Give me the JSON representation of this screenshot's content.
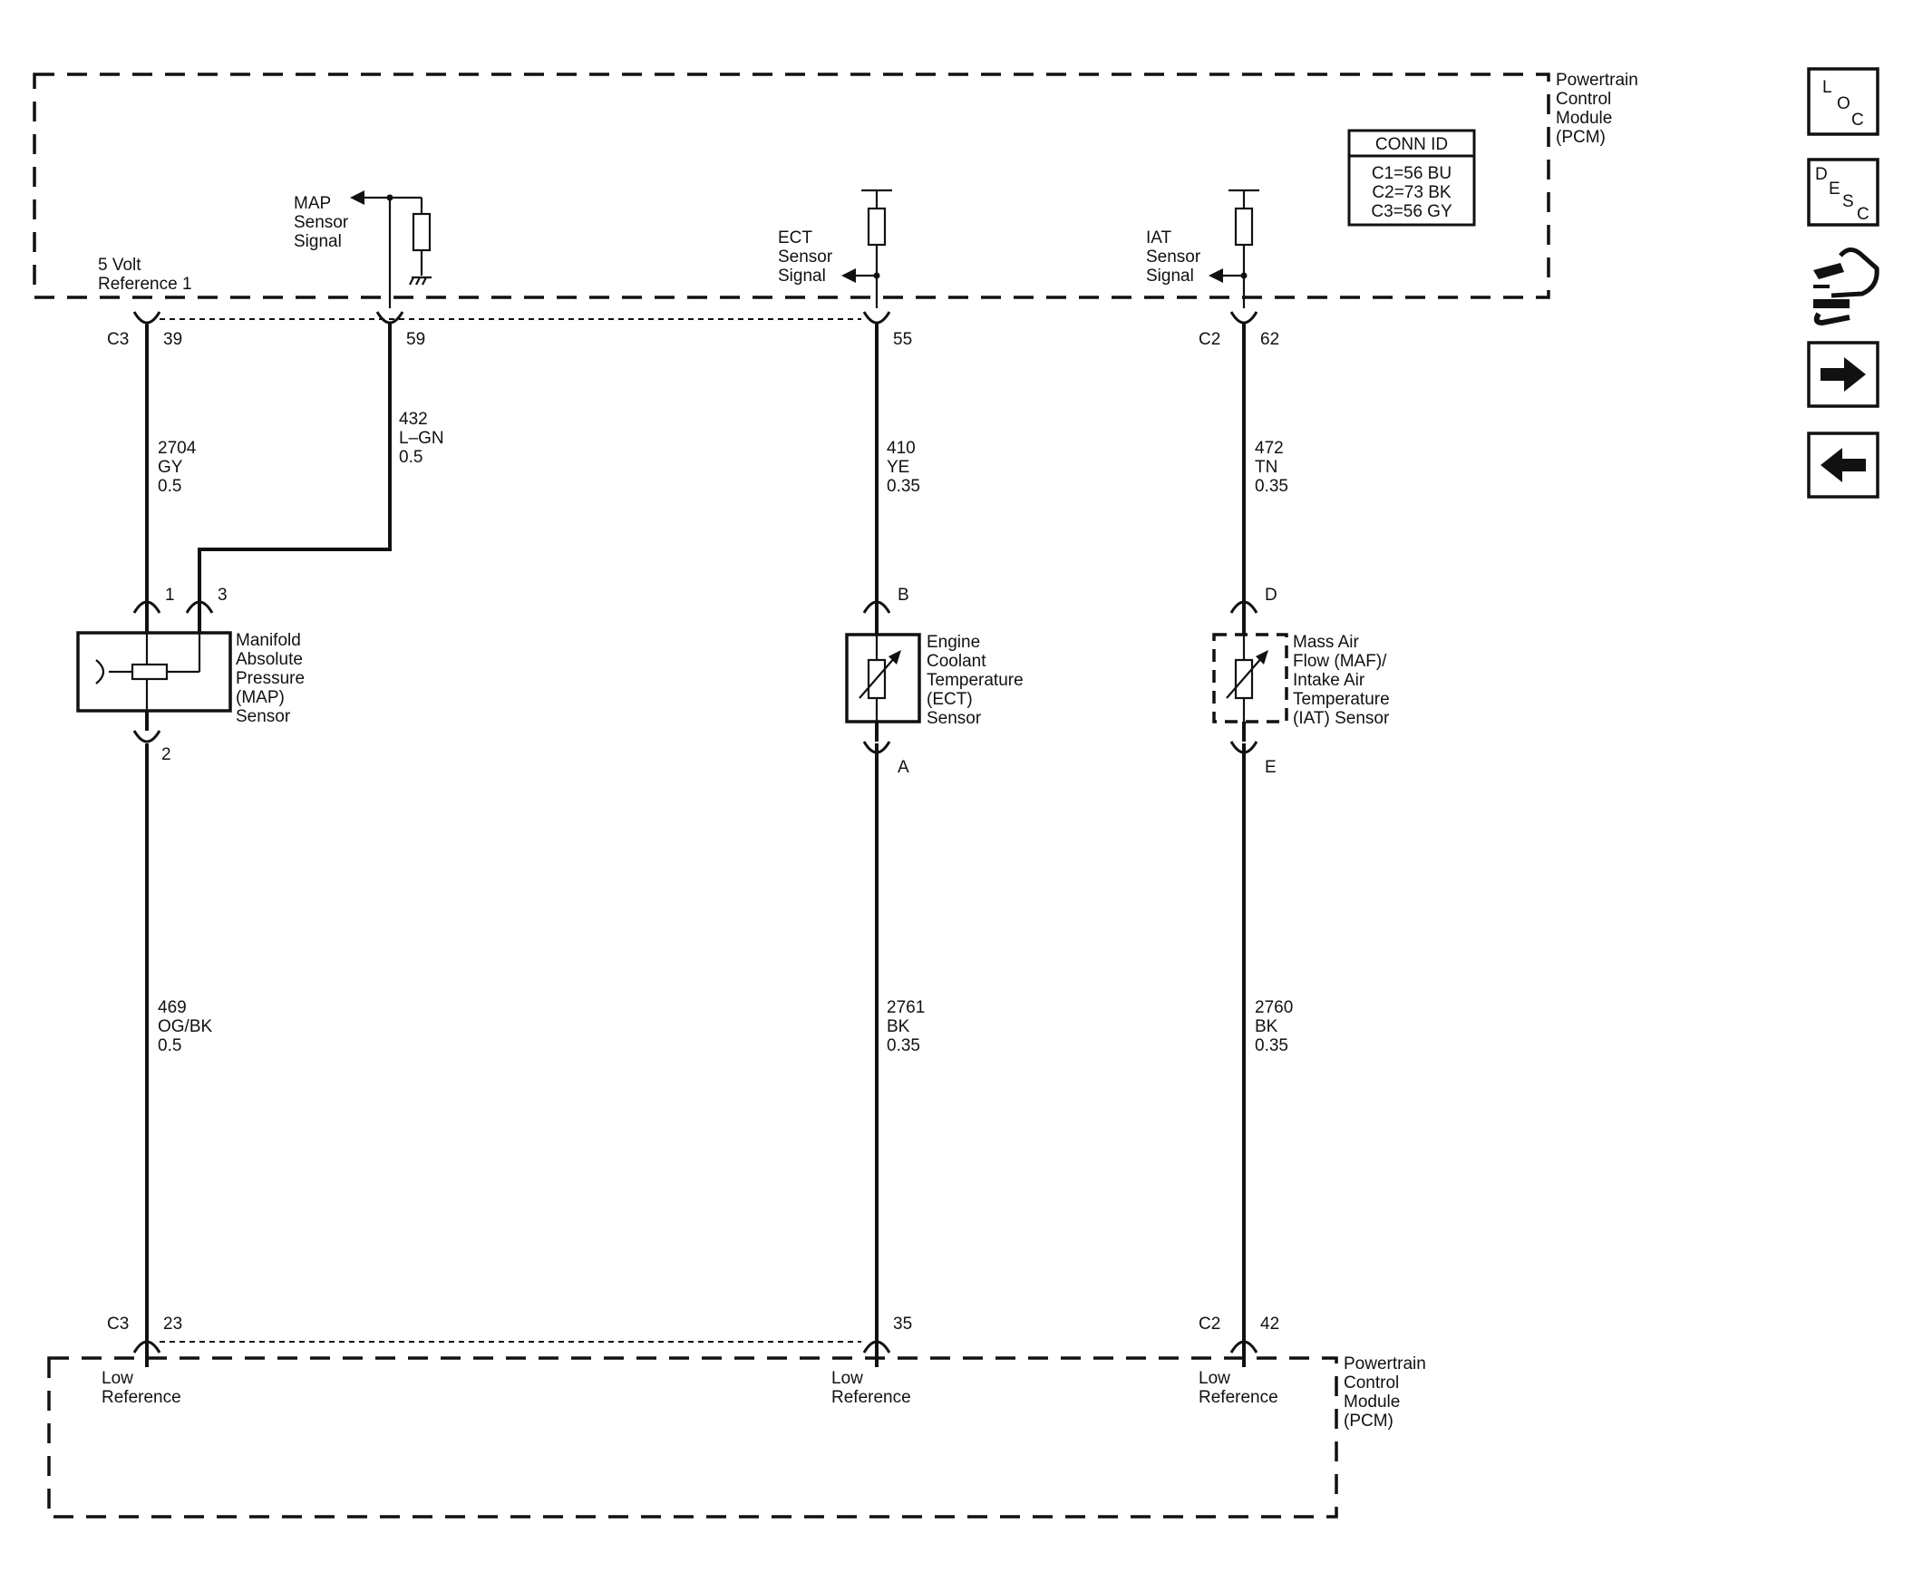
{
  "module": {
    "top_label": [
      "Powertrain",
      "Control",
      "Module",
      "(PCM)"
    ],
    "bottom_label": [
      "Powertrain",
      "Control",
      "Module",
      "(PCM)"
    ]
  },
  "conn_id": {
    "title": "CONN ID",
    "rows": [
      "C1=56 BU",
      "C2=73 BK",
      "C3=56 GY"
    ]
  },
  "signals": {
    "five_volt": [
      "5 Volt",
      "Reference 1"
    ],
    "map": [
      "MAP",
      "Sensor",
      "Signal"
    ],
    "ect": [
      "ECT",
      "Sensor",
      "Signal"
    ],
    "iat": [
      "IAT",
      "Sensor",
      "Signal"
    ],
    "low_ref": [
      "Low",
      "Reference"
    ]
  },
  "top_pins": {
    "p39": {
      "conn": "C3",
      "pin": "39"
    },
    "p59": {
      "pin": "59"
    },
    "p55": {
      "pin": "55"
    },
    "p62": {
      "conn": "C2",
      "pin": "62"
    }
  },
  "bottom_pins": {
    "p23": {
      "conn": "C3",
      "pin": "23"
    },
    "p35": {
      "pin": "35"
    },
    "p42": {
      "conn": "C2",
      "pin": "42"
    }
  },
  "wires": {
    "w2704": [
      "2704",
      "GY",
      "0.5"
    ],
    "w432": [
      "432",
      "L–GN",
      "0.5"
    ],
    "w410": [
      "410",
      "YE",
      "0.35"
    ],
    "w472": [
      "472",
      "TN",
      "0.35"
    ],
    "w469": [
      "469",
      "OG/BK",
      "0.5"
    ],
    "w2761": [
      "2761",
      "BK",
      "0.35"
    ],
    "w2760": [
      "2760",
      "BK",
      "0.35"
    ]
  },
  "components": {
    "map": {
      "label": [
        "Manifold",
        "Absolute",
        "Pressure",
        "(MAP)",
        "Sensor"
      ],
      "pins": [
        "1",
        "3",
        "2"
      ]
    },
    "ect": {
      "label": [
        "Engine",
        "Coolant",
        "Temperature",
        "(ECT)",
        "Sensor"
      ],
      "pins": [
        "B",
        "A"
      ]
    },
    "maf": {
      "label": [
        "Mass Air",
        "Flow (MAF)/",
        "Intake Air",
        "Temperature",
        "(IAT) Sensor"
      ],
      "pins": [
        "D",
        "E"
      ]
    }
  },
  "nav": {
    "loc": [
      "L",
      "O",
      "C"
    ],
    "desc": [
      "D",
      "E",
      "S",
      "C"
    ],
    "icons": [
      "connector-hand-icon",
      "arrow-right-icon",
      "arrow-left-icon"
    ]
  }
}
